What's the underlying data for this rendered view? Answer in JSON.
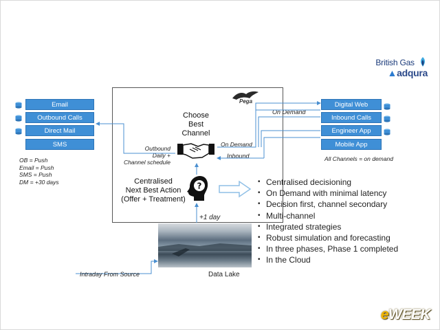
{
  "brand": {
    "company": "British Gas",
    "partner": "adqura",
    "watermark_e": "e",
    "watermark_rest": "WEEK"
  },
  "left_channels": [
    "Email",
    "Outbound Calls",
    "Direct Mail",
    "SMS"
  ],
  "left_notes": [
    "OB = Push",
    "Email = Push",
    "SMS = Push",
    "DM = +30 days"
  ],
  "right_channels": [
    "Digital Web",
    "Inbound Calls",
    "Engineer App",
    "Mobile App"
  ],
  "right_note": "All Channels = on demand",
  "center": {
    "logo": "Pega",
    "choose_line1": "Choose",
    "choose_line2": "Best",
    "choose_line3": "Channel",
    "nba_line1": "Centralised",
    "nba_line2": "Next Best Action",
    "nba_line3": "(Offer + Treatment)",
    "outbound_line1": "Outbound",
    "outbound_line2": "Daily +",
    "outbound_line3": "Channel schedule",
    "on_demand_inner": "On Demand",
    "inbound": "Inbound",
    "on_demand_top": "On Demand",
    "plus_one_day": "+1 day"
  },
  "bullets": [
    "Centralised decisioning",
    "On Demand with minimal latency",
    "Decision first, channel secondary",
    "Multi-channel",
    "Integrated strategies",
    "Robust simulation and forecasting",
    "In three phases, Phase 1 completed",
    "In the Cloud"
  ],
  "bottom": {
    "intraday": "Intraday From Source",
    "data_lake": "Data Lake"
  },
  "colors": {
    "channel_blue": "#3f8fd6",
    "line_blue": "#4a8fd0",
    "brand_navy": "#1a3a7a",
    "eweek_gold": "#f0b400"
  }
}
